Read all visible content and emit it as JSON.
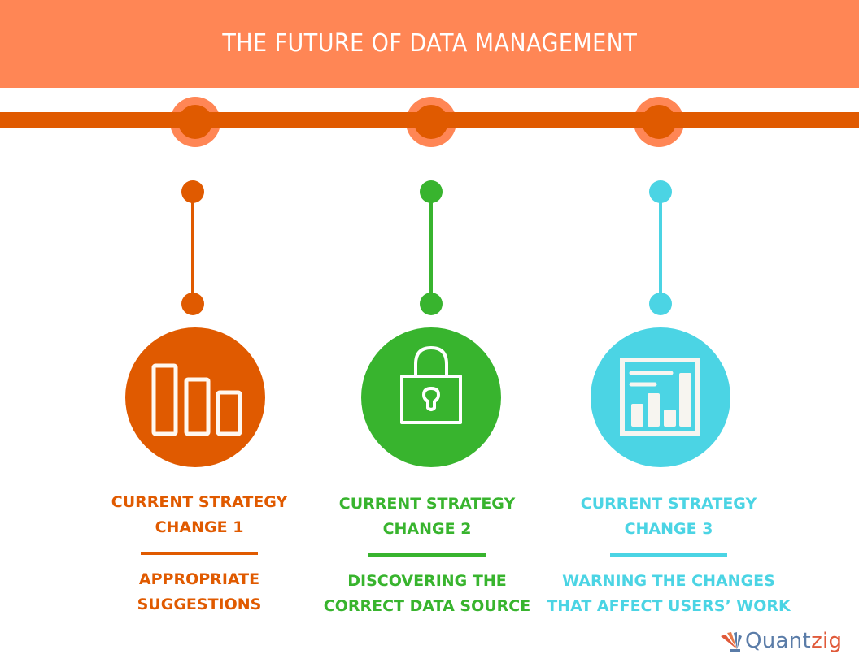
{
  "header": {
    "title": "THE FUTURE OF DATA MANAGEMENT"
  },
  "colors": {
    "banner": "#ff8655",
    "timeline": "#e05a00",
    "orange": "#e05a00",
    "green": "#38b42e",
    "cyan": "#4bd4e4",
    "logo_blue": "#5a7ca8",
    "logo_red": "#e05a3a"
  },
  "steps": [
    {
      "heading_line1": "CURRENT STRATEGY",
      "heading_line2": "CHANGE 1",
      "desc_line1": "APPROPRIATE",
      "desc_line2": "SUGGESTIONS",
      "icon": "bar-chart-icon"
    },
    {
      "heading_line1": "CURRENT STRATEGY",
      "heading_line2": "CHANGE 2",
      "desc_line1": "DISCOVERING THE",
      "desc_line2": "CORRECT DATA SOURCE",
      "icon": "padlock-icon"
    },
    {
      "heading_line1": "CURRENT STRATEGY",
      "heading_line2": "CHANGE 3",
      "desc_line1": "WARNING THE CHANGES",
      "desc_line2": "THAT AFFECT USERS’ WORK",
      "icon": "report-chart-icon"
    }
  ],
  "logo": {
    "part1": "Quant",
    "part2": "zig"
  }
}
